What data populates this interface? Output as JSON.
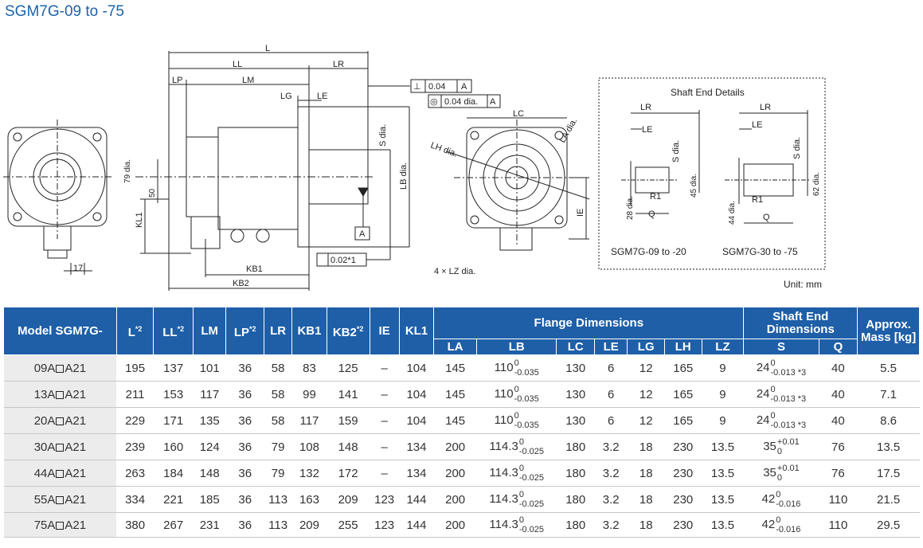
{
  "title": "SGM7G-09 to -75",
  "drawing": {
    "dims": {
      "L": "L",
      "LL": "LL",
      "LR": "LR",
      "LP": "LP",
      "LM": "LM",
      "LG": "LG",
      "LE": "LE",
      "KB1": "KB1",
      "KB2": "KB2",
      "KL1": "KL1",
      "S_dia": "S dia.",
      "LB_dia": "LB dia.",
      "LC": "LC",
      "LA_dia": "LA dia.",
      "LH_dia": "LH dia.",
      "IE": "IE",
      "LZ": "4 × LZ dia.",
      "d79": "79 dia.",
      "d50": "50",
      "d17": "17",
      "perp": "⊥",
      "perp_val": "0.04",
      "perp_ref": "A",
      "conc": "◎",
      "conc_val": "0.04 dia.",
      "conc_ref": "A",
      "runout": "0.02*1",
      "datum": "A"
    },
    "shaft": {
      "title": "Shaft End Details",
      "left_caption": "SGM7G-09 to -20",
      "right_caption": "SGM7G-30 to -75",
      "LR": "LR",
      "LE": "LE",
      "S_dia": "S dia.",
      "R1": "R1",
      "Q": "Q",
      "left_d1": "45 dia.",
      "left_d2": "28 dia.",
      "right_d1": "62 dia.",
      "right_d2": "44 dia."
    },
    "unit": "Unit: mm"
  },
  "table": {
    "headers": {
      "model": "Model SGM7G-",
      "L": "L",
      "L_note": "*2",
      "LL": "LL",
      "LL_note": "*2",
      "LM": "LM",
      "LP": "LP",
      "LP_note": "*2",
      "LR": "LR",
      "KB1": "KB1",
      "KB2": "KB2",
      "KB2_note": "*2",
      "IE": "IE",
      "KL1": "KL1",
      "flange": "Flange Dimensions",
      "LA": "LA",
      "LB": "LB",
      "LC": "LC",
      "LE": "LE",
      "LG": "LG",
      "LH": "LH",
      "LZ": "LZ",
      "shaft": "Shaft End Dimensions",
      "S": "S",
      "Q": "Q",
      "mass": "Approx. Mass [kg]"
    },
    "rows": [
      {
        "m1": "09A",
        "m2": "A21",
        "L": "195",
        "LL": "137",
        "LM": "101",
        "LP": "36",
        "LR": "58",
        "KB1": "83",
        "KB2": "125",
        "IE": "–",
        "KL1": "104",
        "LA": "145",
        "LB": "110",
        "LB_up": "0",
        "LB_lo": "-0.035",
        "LC": "130",
        "LE": "6",
        "LG": "12",
        "LH": "165",
        "LZ": "9",
        "S": "24",
        "S_up": "0",
        "S_lo": "-0.013 *3",
        "Q": "40",
        "mass": "5.5"
      },
      {
        "m1": "13A",
        "m2": "A21",
        "L": "211",
        "LL": "153",
        "LM": "117",
        "LP": "36",
        "LR": "58",
        "KB1": "99",
        "KB2": "141",
        "IE": "–",
        "KL1": "104",
        "LA": "145",
        "LB": "110",
        "LB_up": "0",
        "LB_lo": "-0.035",
        "LC": "130",
        "LE": "6",
        "LG": "12",
        "LH": "165",
        "LZ": "9",
        "S": "24",
        "S_up": "0",
        "S_lo": "-0.013 *3",
        "Q": "40",
        "mass": "7.1"
      },
      {
        "m1": "20A",
        "m2": "A21",
        "L": "229",
        "LL": "171",
        "LM": "135",
        "LP": "36",
        "LR": "58",
        "KB1": "117",
        "KB2": "159",
        "IE": "–",
        "KL1": "104",
        "LA": "145",
        "LB": "110",
        "LB_up": "0",
        "LB_lo": "-0.035",
        "LC": "130",
        "LE": "6",
        "LG": "12",
        "LH": "165",
        "LZ": "9",
        "S": "24",
        "S_up": "0",
        "S_lo": "-0.013 *3",
        "Q": "40",
        "mass": "8.6"
      },
      {
        "m1": "30A",
        "m2": "A21",
        "L": "239",
        "LL": "160",
        "LM": "124",
        "LP": "36",
        "LR": "79",
        "KB1": "108",
        "KB2": "148",
        "IE": "–",
        "KL1": "134",
        "LA": "200",
        "LB": "114.3",
        "LB_up": "0",
        "LB_lo": "-0.025",
        "LC": "180",
        "LE": "3.2",
        "LG": "18",
        "LH": "230",
        "LZ": "13.5",
        "S": "35",
        "S_up": "+0.01",
        "S_lo": "0",
        "Q": "76",
        "mass": "13.5"
      },
      {
        "m1": "44A",
        "m2": "A21",
        "L": "263",
        "LL": "184",
        "LM": "148",
        "LP": "36",
        "LR": "79",
        "KB1": "132",
        "KB2": "172",
        "IE": "–",
        "KL1": "134",
        "LA": "200",
        "LB": "114.3",
        "LB_up": "0",
        "LB_lo": "-0.025",
        "LC": "180",
        "LE": "3.2",
        "LG": "18",
        "LH": "230",
        "LZ": "13.5",
        "S": "35",
        "S_up": "+0.01",
        "S_lo": "0",
        "Q": "76",
        "mass": "17.5"
      },
      {
        "m1": "55A",
        "m2": "A21",
        "L": "334",
        "LL": "221",
        "LM": "185",
        "LP": "36",
        "LR": "113",
        "KB1": "163",
        "KB2": "209",
        "IE": "123",
        "KL1": "144",
        "LA": "200",
        "LB": "114.3",
        "LB_up": "0",
        "LB_lo": "-0.025",
        "LC": "180",
        "LE": "3.2",
        "LG": "18",
        "LH": "230",
        "LZ": "13.5",
        "S": "42",
        "S_up": "0",
        "S_lo": "-0.016",
        "Q": "110",
        "mass": "21.5"
      },
      {
        "m1": "75A",
        "m2": "A21",
        "L": "380",
        "LL": "267",
        "LM": "231",
        "LP": "36",
        "LR": "113",
        "KB1": "209",
        "KB2": "255",
        "IE": "123",
        "KL1": "144",
        "LA": "200",
        "LB": "114.3",
        "LB_up": "0",
        "LB_lo": "-0.025",
        "LC": "180",
        "LE": "3.2",
        "LG": "18",
        "LH": "230",
        "LZ": "13.5",
        "S": "42",
        "S_up": "0",
        "S_lo": "-0.016",
        "Q": "110",
        "mass": "29.5"
      }
    ]
  }
}
